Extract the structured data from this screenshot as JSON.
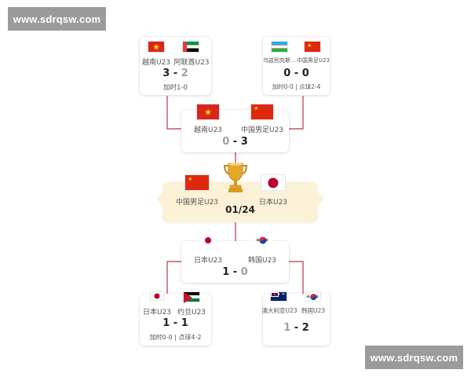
{
  "watermark": {
    "top": "www.sdrqsw.com",
    "bottom": "www.sdrqsw.com"
  },
  "colors": {
    "connector": "#b23a48",
    "final_bg": "#fbf1d6",
    "trophy_gold": "#e5a82b"
  },
  "trophy_icon": "trophy-icon",
  "semi_top_left": {
    "team_a": {
      "name": "越南U23",
      "flag": "vietnam-flag"
    },
    "team_b": {
      "name": "阿联酋U23",
      "flag": "uae-flag"
    },
    "score_a": "3",
    "score_sep": " - ",
    "score_b": "2",
    "note": "加时1-0"
  },
  "semi_top_right": {
    "team_a": {
      "name": "乌兹别克斯…",
      "flag": "uzbekistan-flag"
    },
    "team_b": {
      "name": "中国男足U23",
      "flag": "china-flag"
    },
    "score_a": "0",
    "score_sep": " - ",
    "score_b": "0",
    "note": "加时0-0 | 点球2-4"
  },
  "match_top": {
    "team_a": {
      "name": "越南U23",
      "flag": "vietnam-flag"
    },
    "team_b": {
      "name": "中国男足U23",
      "flag": "china-flag"
    },
    "score_a": "0",
    "score_sep": " - ",
    "score_b": "3"
  },
  "final": {
    "team_a": {
      "name": "中国男足U23",
      "flag": "china-flag"
    },
    "team_b": {
      "name": "日本U23",
      "flag": "japan-flag"
    },
    "date": "01/24"
  },
  "match_bottom": {
    "team_a": {
      "name": "日本U23",
      "flag": "japan-flag"
    },
    "team_b": {
      "name": "韩国U23",
      "flag": "korea-flag"
    },
    "score_a": "1",
    "score_sep": " - ",
    "score_b": "0"
  },
  "semi_bottom_left": {
    "team_a": {
      "name": "日本U23",
      "flag": "japan-flag"
    },
    "team_b": {
      "name": "约旦U23",
      "flag": "jordan-flag"
    },
    "score_a": "1",
    "score_sep": " - ",
    "score_b": "1",
    "note": "加时0-0 | 点球4-2"
  },
  "semi_bottom_right": {
    "team_a": {
      "name": "澳大利亚U23",
      "flag": "australia-flag"
    },
    "team_b": {
      "name": "韩国U23",
      "flag": "korea-flag"
    },
    "score_a": "1",
    "score_sep": " - ",
    "score_b": "2"
  }
}
